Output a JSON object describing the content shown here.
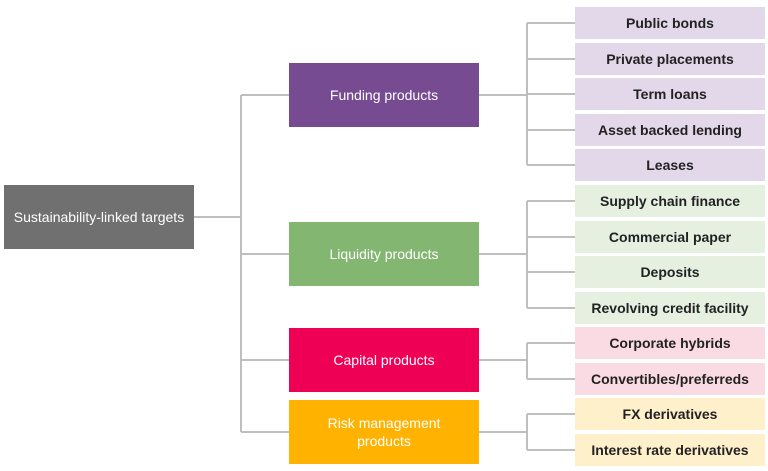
{
  "root": {
    "label": "Sustainability-linked targets",
    "color": "#707070"
  },
  "categories": [
    {
      "label": "Funding products",
      "color": "#774b92",
      "leaf_color": "#e3d8ea",
      "items": [
        "Public bonds",
        "Private placements",
        "Term loans",
        "Asset backed lending",
        "Leases"
      ]
    },
    {
      "label": "Liquidity products",
      "color": "#83b671",
      "leaf_color": "#e5f0e1",
      "items": [
        "Supply chain finance",
        "Commercial paper",
        "Deposits",
        "Revolving credit facility"
      ]
    },
    {
      "label": "Capital products",
      "color": "#ee0054",
      "leaf_color": "#fbdbe3",
      "items": [
        "Corporate hybrids",
        "Convertibles/preferreds"
      ]
    },
    {
      "label": "Risk management products",
      "color": "#ffb200",
      "leaf_color": "#fff0cc",
      "items": [
        "FX derivatives",
        "Interest rate derivatives"
      ]
    }
  ],
  "connector_color": "#bfbfbf"
}
